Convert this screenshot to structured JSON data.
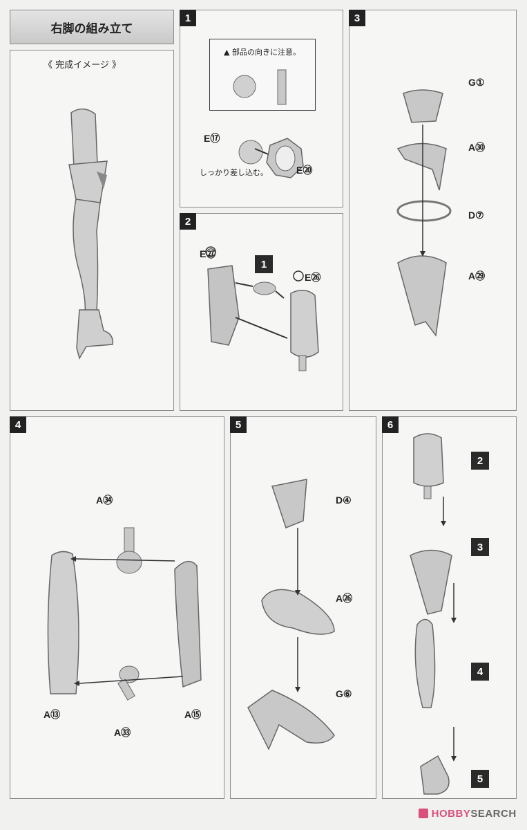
{
  "title": "右脚の組み立て",
  "completion": {
    "label": "《 完成イメージ 》"
  },
  "steps": [
    {
      "num": "1",
      "warning": "部品の向きに注意。",
      "note": "しっかり差し込む。",
      "parts": [
        "E⑰",
        "E⑳"
      ]
    },
    {
      "num": "2",
      "ref": "1",
      "parts": [
        "E㉗",
        "E㉖"
      ]
    },
    {
      "num": "3",
      "parts": [
        "G①",
        "A㉚",
        "D⑦",
        "A㉙"
      ]
    },
    {
      "num": "4",
      "parts": [
        "A㉞",
        "A⑬",
        "A㉝",
        "A⑮"
      ]
    },
    {
      "num": "5",
      "parts": [
        "D④",
        "A㉖",
        "G⑥"
      ]
    },
    {
      "num": "6",
      "refs": [
        "2",
        "3",
        "4",
        "5"
      ]
    }
  ],
  "watermark": {
    "brand_a": "HOBBY",
    "brand_b": "SEARCH",
    "icon": "hobby-search-logo",
    "accent": "#d9507a"
  },
  "colors": {
    "part": "#c9c9c9",
    "part_stroke": "#6a6a6a",
    "badge": "#222222"
  }
}
